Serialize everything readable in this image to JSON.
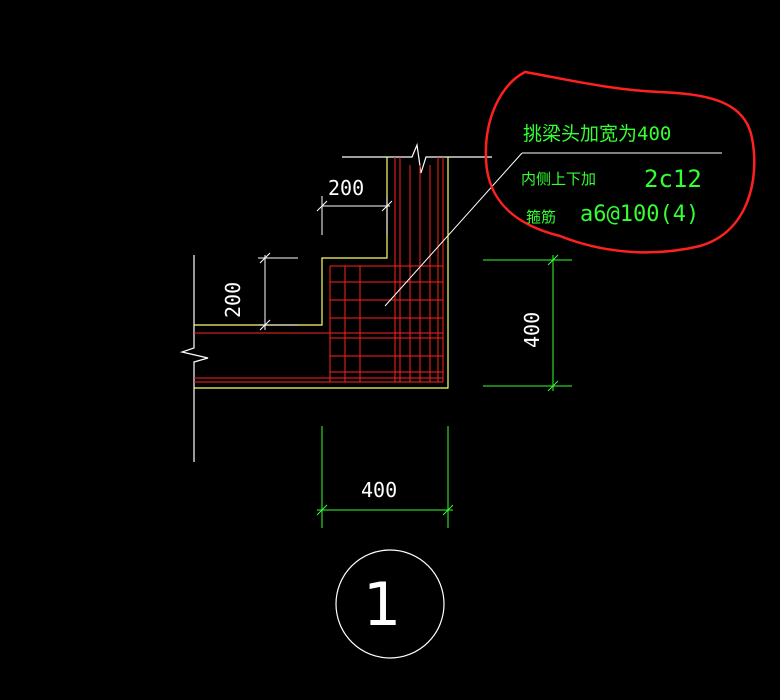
{
  "dimensions": {
    "top_step": "200",
    "left_step": "200",
    "right_height": "400",
    "bottom_width": "400"
  },
  "annotation": {
    "line1": "挑梁头加宽为400",
    "line2_label": "内侧上下加",
    "line2_value": "2c12",
    "line3_label": "箍筋",
    "line3_value": "a6@100(4)"
  },
  "detail_number": "1",
  "colors": {
    "background": "#000000",
    "outline": "#ffff66",
    "rebar": "#ff2222",
    "dimension": "#33ff33",
    "text": "#ffffff",
    "highlight": "#ff2020"
  }
}
